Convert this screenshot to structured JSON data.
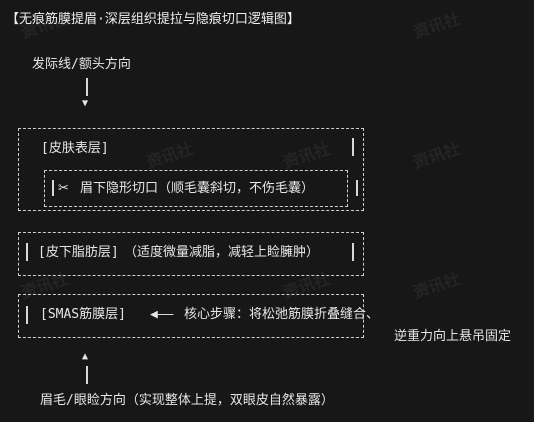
{
  "title": "【无痕筋膜提眉·深层组织提拉与隐痕切口逻辑图】",
  "top_direction": "发际线/额头方向",
  "layers": {
    "skin": {
      "label": "[皮肤表层]"
    },
    "incision": {
      "icon": "scissors-icon",
      "glyph": "✂",
      "text": "眉下隐形切口（顺毛囊斜切，不伤毛囊）"
    },
    "subcutaneous": {
      "label": "[皮下脂肪层]",
      "note": "（适度微量减脂，减轻上睑臃肿）"
    },
    "smas": {
      "label": "[SMAS筋膜层]",
      "arrow": "◀——",
      "note_line1": "核心步骤：将松弛筋膜折叠缝合、",
      "note_line2": "逆重力向上悬吊固定"
    }
  },
  "bottom_direction": "眉毛/眼睑方向（实现整体上提，双眼皮自然暴露）",
  "watermark": "资讯社"
}
